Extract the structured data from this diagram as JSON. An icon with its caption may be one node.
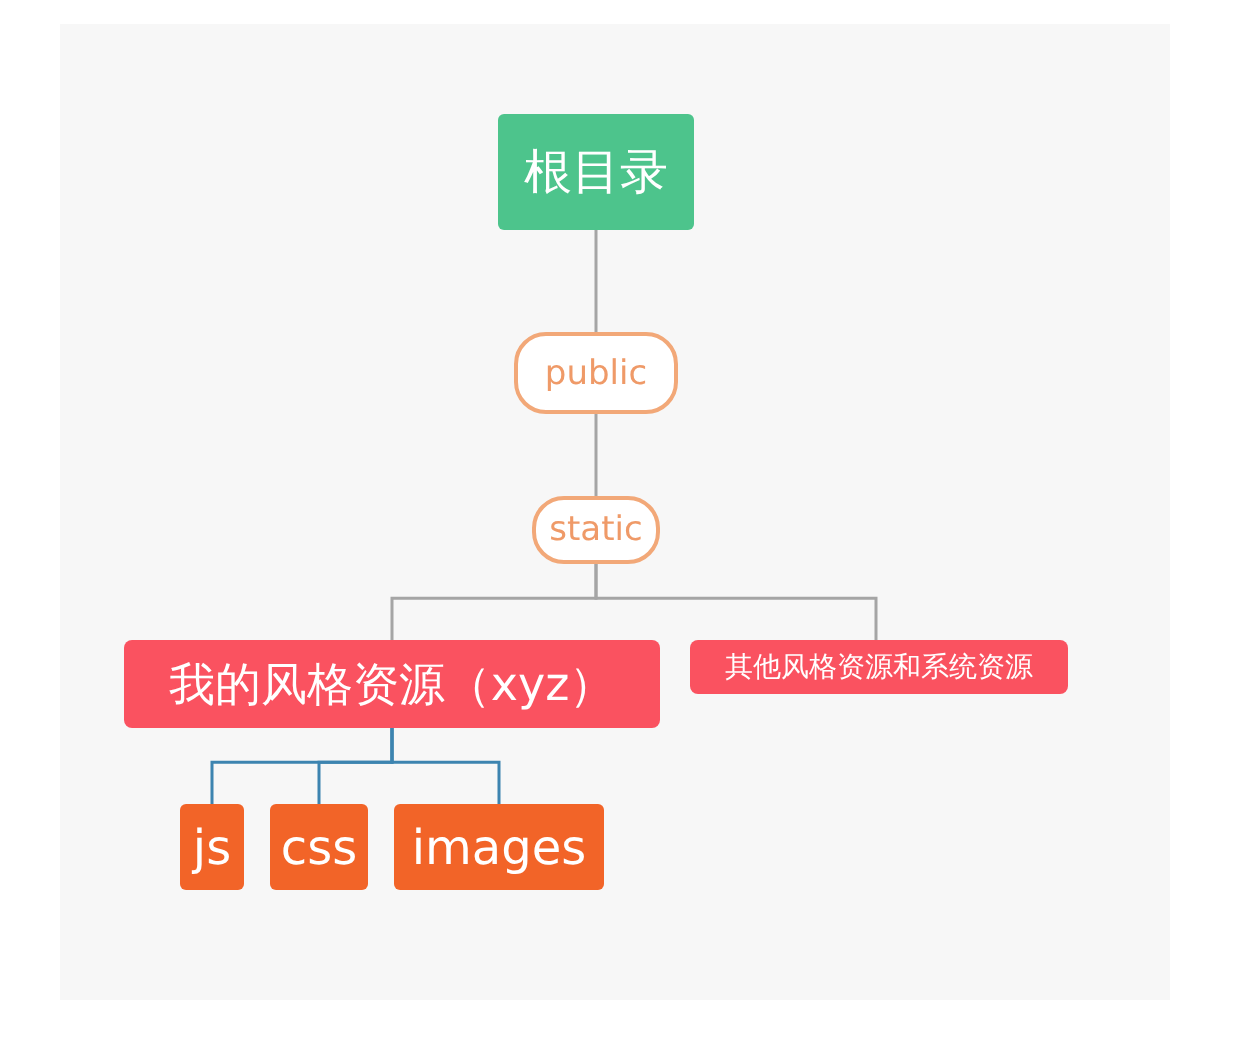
{
  "diagram": {
    "nodes": [
      {
        "text": [
          "根目录"
        ]
      },
      {
        "text": [
          "public"
        ]
      },
      {
        "text": [
          "static"
        ]
      },
      {
        "text": [
          "我的风格资源（xyz）"
        ]
      },
      {
        "text": [
          "其他风格资源和系统资源"
        ]
      },
      {
        "text": [
          "js"
        ]
      },
      {
        "text": [
          "css"
        ]
      },
      {
        "text": [
          "images"
        ]
      }
    ],
    "edges": [
      {
        "from": 0,
        "to": 1,
        "arrow": "none"
      },
      {
        "from": 1,
        "to": 2,
        "arrow": "none"
      },
      {
        "from": 2,
        "to": 3,
        "arrow": "none"
      },
      {
        "from": 2,
        "to": 4,
        "arrow": "none"
      },
      {
        "from": 3,
        "to": 5,
        "arrow": "none",
        "color": "#3d84b0"
      },
      {
        "from": 3,
        "to": 6,
        "arrow": "none",
        "color": "#3d84b0"
      },
      {
        "from": 3,
        "to": 7,
        "arrow": "none",
        "color": "#3d84b0"
      }
    ]
  }
}
